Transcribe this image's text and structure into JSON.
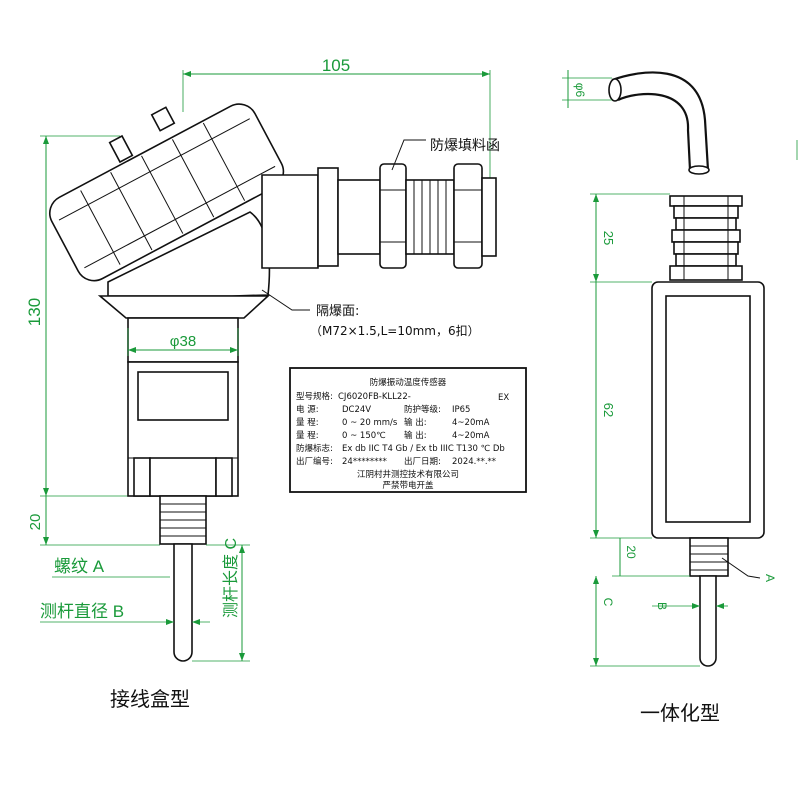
{
  "left_view": {
    "caption": "接线盒型",
    "dim_width": "105",
    "dim_height": "130",
    "dim_neck": "φ38",
    "dim_thread_len": "20",
    "label_gland": "防爆填料函",
    "label_flameproof": "隔爆面:",
    "label_flameproof_spec": "（M72×1.5,L=10mm，6扣）",
    "label_thread": "螺纹  A",
    "label_rod_dia": "测杆直径 B",
    "label_rod_len": "测杆长度 C"
  },
  "nameplate": {
    "title": "防爆振动温度传感器",
    "ex_mark": "EX",
    "rows": [
      [
        "型号规格:",
        "CJ6020FB-KLL22-",
        "",
        ""
      ],
      [
        "电    源:",
        "DC24V",
        "防护等级:",
        "IP65"
      ],
      [
        "量    程:",
        "0 ~ 20 mm/s",
        "输    出:",
        "4~20mA"
      ],
      [
        "量    程:",
        "0 ~ 150℃",
        "输    出:",
        "4~20mA"
      ],
      [
        "防爆标志:",
        "Ex db IIC T4 Gb / Ex tb IIIC T130 ℃ Db",
        "",
        ""
      ],
      [
        "出厂编号:",
        "24********",
        "出厂日期:",
        "2024.**.**"
      ]
    ],
    "company": "江阴村井测控技术有限公司",
    "warning": "严禁带电开盖"
  },
  "right_view": {
    "caption": "一体化型",
    "dim_cable": "φ6",
    "dim_top_len": "25",
    "dim_body_len": "62",
    "dim_thread_len": "20",
    "label_a": "A",
    "label_b": "B",
    "label_c": "C"
  },
  "colors": {
    "dimension": "#1a9a3a",
    "outline": "#111111"
  }
}
